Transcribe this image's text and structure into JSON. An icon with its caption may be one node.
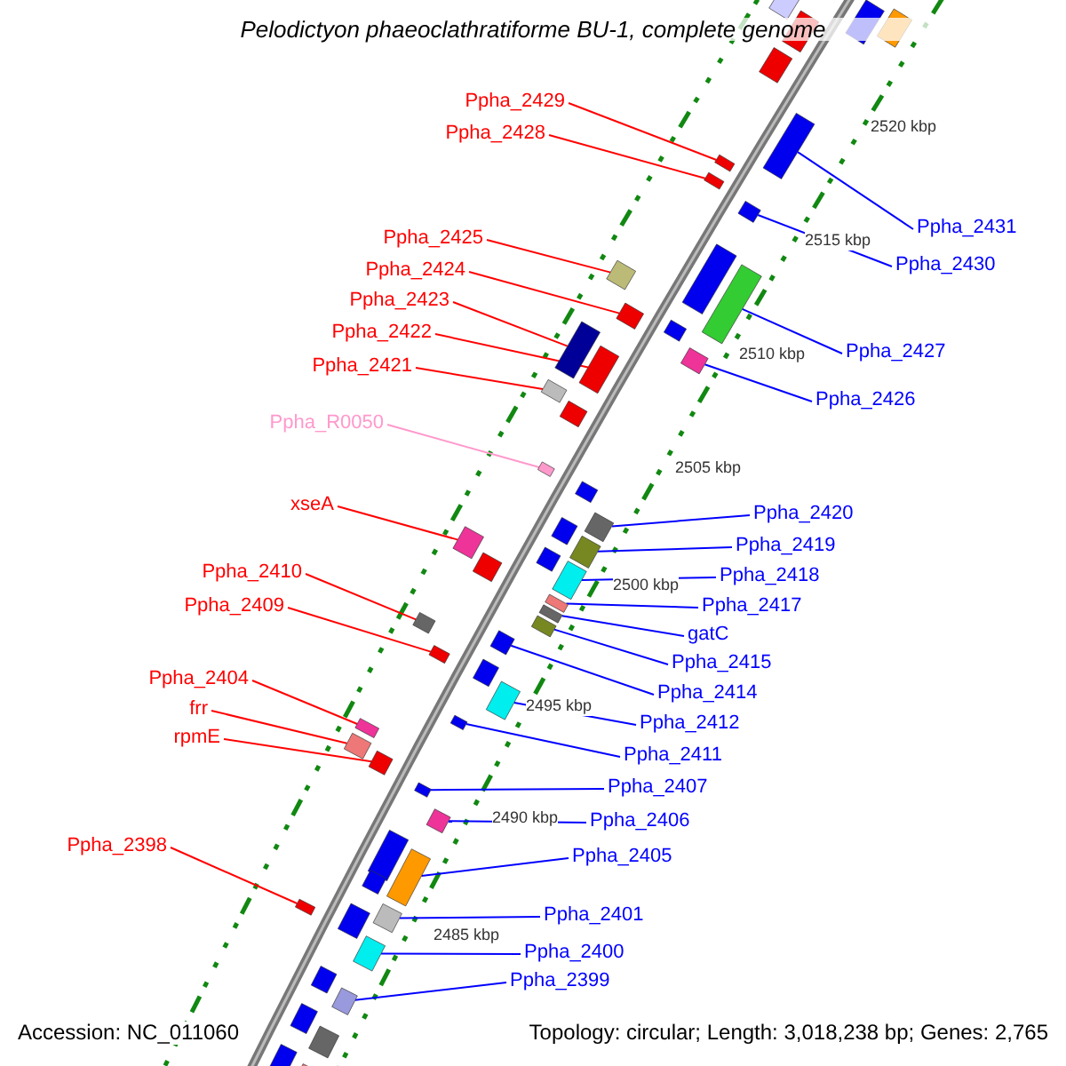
{
  "diagram": {
    "title": "Pelodictyon phaeoclathratiforme BU-1, complete genome",
    "nodes": [
      {
        "text": [
          "Ppha_2429"
        ]
      },
      {
        "text": [
          "Ppha_2428"
        ]
      },
      {
        "text": [
          "Ppha_2425"
        ]
      },
      {
        "text": [
          "Ppha_2424"
        ]
      },
      {
        "text": [
          "Ppha_2423"
        ]
      },
      {
        "text": [
          "Ppha_2422"
        ]
      },
      {
        "text": [
          "Ppha_2421"
        ]
      },
      {
        "text": [
          "Ppha_R0050"
        ]
      },
      {
        "text": [
          "xseA"
        ]
      },
      {
        "text": [
          "Ppha_2410"
        ]
      },
      {
        "text": [
          "Ppha_2409"
        ]
      },
      {
        "text": [
          "Ppha_2404"
        ]
      },
      {
        "text": [
          "frr"
        ]
      },
      {
        "text": [
          "rpmE"
        ]
      },
      {
        "text": [
          "Ppha_2398"
        ]
      },
      {
        "text": [
          "Ppha_2431"
        ]
      },
      {
        "text": [
          "Ppha_2430"
        ]
      },
      {
        "text": [
          "Ppha_2427"
        ]
      },
      {
        "text": [
          "Ppha_2426"
        ]
      },
      {
        "text": [
          "Ppha_2420"
        ]
      },
      {
        "text": [
          "Ppha_2419"
        ]
      },
      {
        "text": [
          "Ppha_2418"
        ]
      },
      {
        "text": [
          "Ppha_2417"
        ]
      },
      {
        "text": [
          "gatC"
        ]
      },
      {
        "text": [
          "Ppha_2415"
        ]
      },
      {
        "text": [
          "Ppha_2414"
        ]
      },
      {
        "text": [
          "Ppha_2412"
        ]
      },
      {
        "text": [
          "Ppha_2411"
        ]
      },
      {
        "text": [
          "Ppha_2407"
        ]
      },
      {
        "text": [
          "Ppha_2406"
        ]
      },
      {
        "text": [
          "Ppha_2405"
        ]
      },
      {
        "text": [
          "Ppha_2401"
        ]
      },
      {
        "text": [
          "Ppha_2400"
        ]
      },
      {
        "text": [
          "Ppha_2399"
        ]
      },
      {
        "text": [],
        "shape": "box"
      },
      {
        "text": [],
        "shape": "box"
      },
      {
        "text": [],
        "shape": "box"
      },
      {
        "text": [],
        "shape": "box"
      },
      {
        "text": [],
        "shape": "box"
      },
      {
        "text": [],
        "shape": "box"
      },
      {
        "text": [],
        "shape": "box"
      },
      {
        "text": [],
        "shape": "box"
      },
      {
        "text": [],
        "shape": "box"
      },
      {
        "text": [],
        "shape": "box"
      },
      {
        "text": [],
        "shape": "box"
      },
      {
        "text": [],
        "shape": "box"
      },
      {
        "text": [],
        "shape": "box"
      },
      {
        "text": [],
        "shape": "box"
      },
      {
        "text": [],
        "shape": "box"
      },
      {
        "text": [],
        "shape": "box"
      },
      {
        "text": [],
        "shape": "box"
      },
      {
        "text": [],
        "shape": "box"
      },
      {
        "text": [],
        "shape": "box"
      },
      {
        "text": [],
        "shape": "box"
      },
      {
        "text": [],
        "shape": "box"
      },
      {
        "text": [],
        "shape": "box"
      },
      {
        "text": [],
        "shape": "box"
      },
      {
        "text": [],
        "shape": "box"
      },
      {
        "text": [],
        "shape": "box"
      },
      {
        "text": [],
        "shape": "box"
      },
      {
        "text": [],
        "shape": "box"
      },
      {
        "text": [],
        "shape": "box"
      },
      {
        "text": [],
        "shape": "box"
      },
      {
        "text": [],
        "shape": "box"
      },
      {
        "text": [],
        "shape": "box"
      },
      {
        "text": [],
        "shape": "box"
      },
      {
        "text": [],
        "shape": "box"
      },
      {
        "text": [],
        "shape": "box"
      },
      {
        "text": [],
        "shape": "box"
      },
      {
        "text": [],
        "shape": "box"
      },
      {
        "text": [],
        "shape": "box"
      },
      {
        "text": [],
        "shape": "box"
      },
      {
        "text": [],
        "shape": "box"
      },
      {
        "text": [],
        "shape": "box"
      },
      {
        "text": [],
        "shape": "box"
      },
      {
        "text": [],
        "shape": "box"
      },
      {
        "text": [],
        "shape": "box"
      },
      {
        "text": [],
        "shape": "box"
      },
      {
        "text": [],
        "shape": "box"
      },
      {
        "text": [],
        "shape": "box"
      },
      {
        "text": [],
        "shape": "box"
      },
      {
        "text": [],
        "shape": "box"
      },
      {
        "text": [],
        "shape": "box"
      },
      {
        "text": [],
        "shape": "box"
      },
      {
        "text": [],
        "shape": "box"
      },
      {
        "text": [],
        "shape": "box"
      },
      {
        "text": [],
        "shape": "box"
      },
      {
        "text": [],
        "shape": "box"
      },
      {
        "text": [],
        "shape": "box"
      }
    ],
    "edges": [
      {
        "from": 0,
        "to": 34,
        "arrow": "none",
        "color": "#ff0000"
      },
      {
        "from": 1,
        "to": 35,
        "arrow": "none",
        "color": "#ff0000"
      },
      {
        "from": 2,
        "to": 36,
        "arrow": "none",
        "color": "#ff0000"
      },
      {
        "from": 3,
        "to": 37,
        "arrow": "none",
        "color": "#ff0000"
      },
      {
        "from": 4,
        "to": 38,
        "arrow": "none",
        "color": "#ff0000"
      },
      {
        "from": 5,
        "to": 39,
        "arrow": "none",
        "color": "#ff0000"
      },
      {
        "from": 6,
        "to": 40,
        "arrow": "none",
        "color": "#ff0000"
      },
      {
        "from": 7,
        "to": 41,
        "arrow": "none",
        "color": "#ff99cc"
      },
      {
        "from": 8,
        "to": 42,
        "arrow": "none",
        "color": "#ff0000"
      },
      {
        "from": 9,
        "to": 43,
        "arrow": "none",
        "color": "#ff0000"
      },
      {
        "from": 10,
        "to": 44,
        "arrow": "none",
        "color": "#ff0000"
      },
      {
        "from": 11,
        "to": 45,
        "arrow": "none",
        "color": "#ff0000"
      },
      {
        "from": 12,
        "to": 46,
        "arrow": "none",
        "color": "#ff0000"
      },
      {
        "from": 13,
        "to": 47,
        "arrow": "none",
        "color": "#ff0000"
      },
      {
        "from": 14,
        "to": 48,
        "arrow": "none",
        "color": "#ff0000"
      },
      {
        "from": 15,
        "to": 49,
        "arrow": "none"
      },
      {
        "from": 16,
        "to": 50,
        "arrow": "none"
      },
      {
        "from": 17,
        "to": 51,
        "arrow": "none"
      },
      {
        "from": 18,
        "to": 52,
        "arrow": "none"
      },
      {
        "from": 19,
        "to": 53,
        "arrow": "none"
      },
      {
        "from": 20,
        "to": 54,
        "arrow": "none"
      },
      {
        "from": 21,
        "to": 55,
        "arrow": "none"
      },
      {
        "from": 22,
        "to": 56,
        "arrow": "none"
      },
      {
        "from": 23,
        "to": 57,
        "arrow": "none"
      },
      {
        "from": 24,
        "to": 58,
        "arrow": "none"
      },
      {
        "from": 25,
        "to": 59,
        "arrow": "none"
      },
      {
        "from": 26,
        "to": 60,
        "arrow": "none"
      },
      {
        "from": 27,
        "to": 61,
        "arrow": "none"
      },
      {
        "from": 28,
        "to": 62,
        "arrow": "none"
      },
      {
        "from": 29,
        "to": 63,
        "arrow": "none"
      },
      {
        "from": 30,
        "to": 64,
        "arrow": "none"
      },
      {
        "from": 31,
        "to": 65,
        "arrow": "none"
      },
      {
        "from": 32,
        "to": 66,
        "arrow": "none"
      },
      {
        "from": 33,
        "to": 67,
        "arrow": "none"
      }
    ],
    "labels": [
      "2520 kbp",
      "2515 kbp",
      "2510 kbp",
      "2505 kbp",
      "2500 kbp",
      "2495 kbp",
      "2490 kbp",
      "2485 kbp",
      "Accession: NC_011060",
      "Topology: circular; Length: 3,018,238 bp; Genes: 2,765"
    ]
  }
}
